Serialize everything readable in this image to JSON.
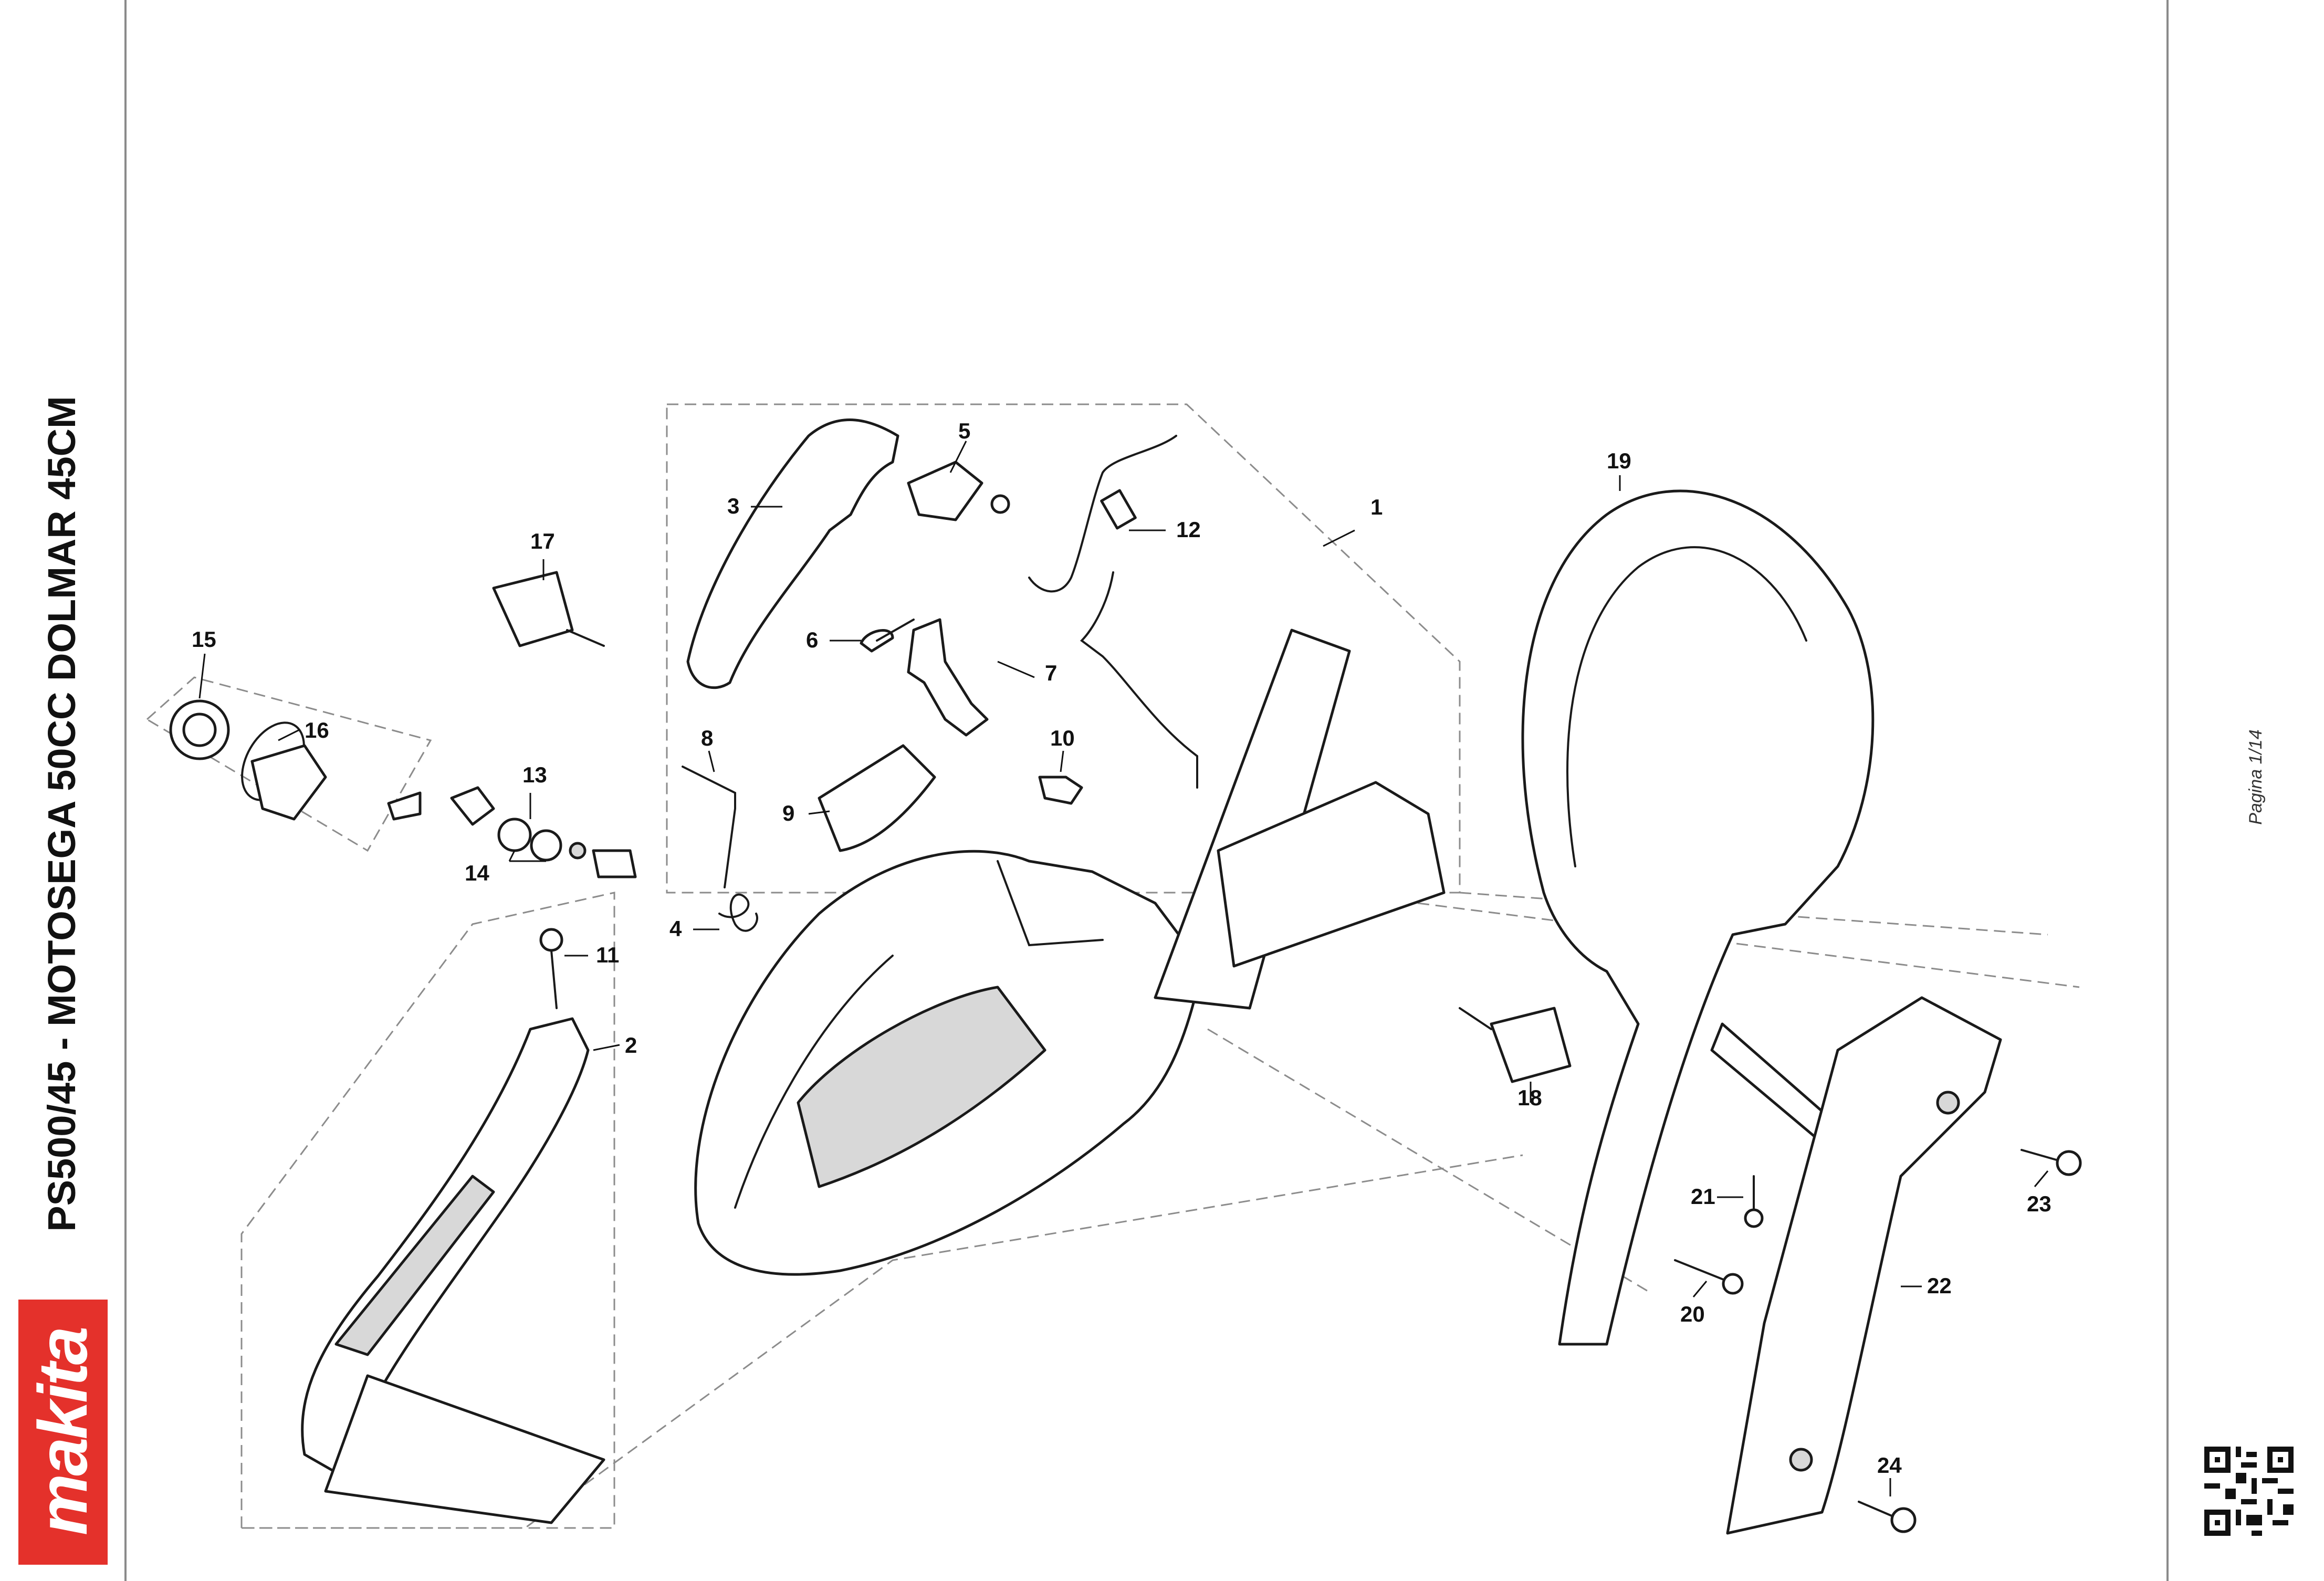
{
  "document": {
    "title": "PS500/45 - MOTOSEGA 50CC DOLMAR 45CM",
    "page_label": "Pagina 1/14",
    "logo_text": "makita"
  },
  "callouts": [
    "1",
    "2",
    "3",
    "4",
    "5",
    "6",
    "7",
    "8",
    "9",
    "10",
    "11",
    "12",
    "13",
    "14",
    "15",
    "16",
    "17",
    "18",
    "19",
    "20",
    "21",
    "22",
    "23",
    "24"
  ],
  "colors": {
    "brand": "#e4312b",
    "line": "#1a1a1a",
    "dash": "#8c8c8c"
  },
  "icons": {
    "qr": "qr-code-icon",
    "logo": "makita-logo"
  }
}
